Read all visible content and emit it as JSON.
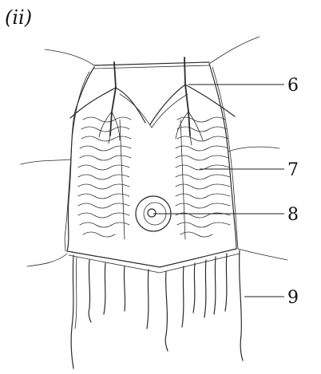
{
  "panel_label": "(ii)",
  "callouts": [
    "6",
    "7",
    "8",
    "9"
  ]
}
